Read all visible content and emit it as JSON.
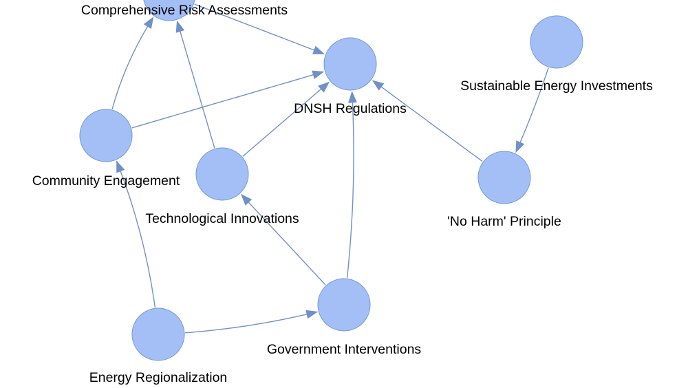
{
  "colors": {
    "node_fill": "#a3bff6",
    "node_stroke": "#6f95d8",
    "edge": "#6f90c9",
    "label": "#000000"
  },
  "nodes": [
    {
      "id": "risk",
      "label": "Comprehensive Risk Assessments"
    },
    {
      "id": "dnsh",
      "label": "DNSH Regulations"
    },
    {
      "id": "sustain",
      "label": "Sustainable Energy Investments"
    },
    {
      "id": "community",
      "label": "Community Engagement"
    },
    {
      "id": "tech",
      "label": "Technological Innovations"
    },
    {
      "id": "noharm",
      "label": "'No Harm' Principle"
    },
    {
      "id": "gov",
      "label": "Government Interventions"
    },
    {
      "id": "region",
      "label": "Energy Regionalization"
    }
  ],
  "edges": [
    {
      "source": "risk",
      "target": "dnsh"
    },
    {
      "source": "community",
      "target": "risk"
    },
    {
      "source": "tech",
      "target": "risk"
    },
    {
      "source": "community",
      "target": "dnsh"
    },
    {
      "source": "tech",
      "target": "dnsh"
    },
    {
      "source": "gov",
      "target": "dnsh"
    },
    {
      "source": "noharm",
      "target": "dnsh"
    },
    {
      "source": "sustain",
      "target": "noharm"
    },
    {
      "source": "gov",
      "target": "tech"
    },
    {
      "source": "region",
      "target": "community"
    },
    {
      "source": "region",
      "target": "gov"
    }
  ]
}
